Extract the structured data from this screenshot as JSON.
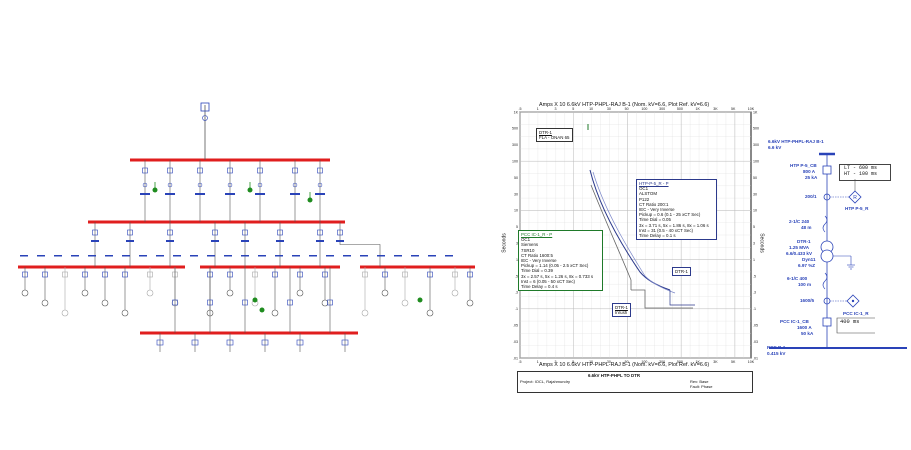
{
  "colors": {
    "bus": "#e01e1e",
    "wire": "#555555",
    "device": "#2a43b8",
    "ground": "#1f8c1f",
    "grey_branch": "#a8a8a8",
    "relay1": "#2c3a8c",
    "relay2": "#1f7a2a",
    "frame": "#333333"
  },
  "tcc": {
    "title_top": "Amps  X  10   6.6kV HTP-PHPL-RAJ B-1 (Nom. kV=6.6, Plot Ref. kV=6.6)",
    "title_bottom": "Amps  X  10   6.6kV HTP-PHPL-RAJ B-1 (Nom. kV=6.6, Plot Ref. kV=6.6)",
    "ylabel_left": "Seconds",
    "ylabel_right": "Seconds",
    "x_ticks_top": [
      ".5",
      "1",
      "3",
      "5",
      "10",
      "30",
      "50",
      "100",
      "300",
      "500",
      "1K",
      "3K",
      "5K",
      "10K"
    ],
    "y_ticks_left": [
      "1K",
      "500",
      "300",
      "100",
      "50",
      "30",
      "10",
      "5",
      "3",
      "1",
      ".5",
      ".3",
      ".1",
      ".05",
      ".03",
      ".01"
    ],
    "xfmr_label": "DTR-1",
    "xfmr_sub": "FLA - ONAN 65",
    "relay1": {
      "title": "HTP-P-5_R - P",
      "lines": [
        "OC1",
        "ALSTOM",
        "P122",
        "CT Ratio 200:1",
        "IEC - Very Inverse",
        "Pickup = 0.6 (0.1 - 25  xCT Sec)",
        "Time Dial = 0.05",
        "3x = 3.71 s, 5x = 1.86 s, 8x = 1.06 s",
        "Inst = 31 (0.5 - 40  xCT Sec)",
        "Time Delay = 0.1 s"
      ]
    },
    "relay2": {
      "title": "PCC IC-1_R - P",
      "lines": [
        "OC1",
        "Siemens",
        "7SR10",
        "CT Ratio 1600:5",
        "IEC - Very Inverse",
        "Pickup = 1.14 (0.05 - 2.5  xCT Sec)",
        "Time Dial = 0.39",
        "3x = 2.57 s, 5x = 1.26 s, 8x = 0.733 s",
        "Inst = 6 (0.05 - 50  xCT Sec)",
        "Time Delay = 0.4 s"
      ]
    },
    "dtr_tag": "DTR-1",
    "inrush_tag_1": "DTR-1",
    "inrush_tag_2": "Inrush",
    "footer": {
      "name": "6.6kV HTP-PHPL TO DTR",
      "project": "Project: IOCL, Rajahmundry",
      "rev": "Rev: Base",
      "fault": "Fault: Phase"
    }
  },
  "sld": {
    "bus_title": "6.6kV HTP-PHPL-RAJ B-1",
    "bus_kv": "6.6 kV",
    "breaker1_tag": "HTP P-5_CB",
    "breaker1_rating": "800 A",
    "breaker1_ka": "25 kA",
    "relay1_settings_1": "LT - 600 ms",
    "relay1_settings_2": "HT - 100 ms",
    "ct1_ratio": "200/1",
    "relay1_tag": "HTP P-5_R",
    "cable1_size": "2-1/C 240",
    "cable1_len": "48 m",
    "xfmr_tag": "DTR-1",
    "xfmr_mva": "1.25 MVA",
    "xfmr_kv": "6.6/0.433 kV",
    "xfmr_vector": "Dyn11",
    "xfmr_z": "6.97 %Z",
    "cable2_size": "6-1/C 400",
    "cable2_len": "100 m",
    "ct2_ratio": "1600/5",
    "relay2_tag": "PCC IC-1_R",
    "relay2_setting": "400 ms",
    "breaker2_tag": "PCC IC-1_CB",
    "breaker2_rating": "1600 A",
    "breaker2_ka": "50 kA",
    "lv_bus_tag": "PCC B-1",
    "lv_bus_kv": "0.415 kV",
    "relay_symbol": "R"
  }
}
